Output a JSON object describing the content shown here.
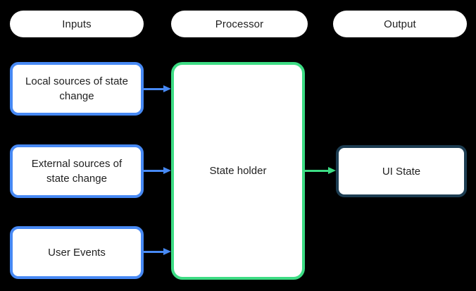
{
  "colors": {
    "background": "#000000",
    "pill_bg": "#FFFFFF",
    "node_bg": "#FFFFFF",
    "text": "#1F1F1F",
    "blue": "#4789F4",
    "green": "#3DDC84",
    "dark_navy": "#1D3D52"
  },
  "columns": {
    "inputs": {
      "label": "Inputs"
    },
    "processor": {
      "label": "Processor"
    },
    "output": {
      "label": "Output"
    }
  },
  "nodes": {
    "local_sources": {
      "label": "Local sources of state change"
    },
    "external_sources": {
      "label": "External sources of state change"
    },
    "user_events": {
      "label": "User Events"
    },
    "state_holder": {
      "label": "State holder"
    },
    "ui_state": {
      "label": "UI State"
    }
  },
  "edges": [
    {
      "from": "local_sources",
      "to": "state_holder",
      "color": "#4789F4"
    },
    {
      "from": "external_sources",
      "to": "state_holder",
      "color": "#4789F4"
    },
    {
      "from": "user_events",
      "to": "state_holder",
      "color": "#4789F4"
    },
    {
      "from": "state_holder",
      "to": "ui_state",
      "color": "#3DDC84"
    }
  ]
}
